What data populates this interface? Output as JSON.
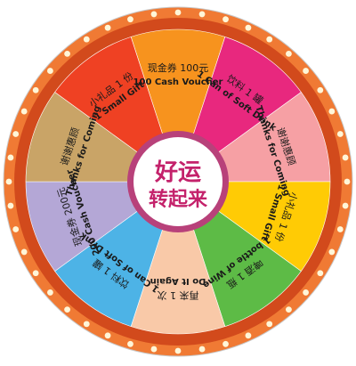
{
  "wheel": {
    "center_line1": "好运",
    "center_line2": "转起来",
    "colors": {
      "rim_outer": "#f07a34",
      "rim_inner": "#d24a1c",
      "dot": "#fff6d8",
      "hub_ring": "#b8417a",
      "hub_fill": "#ffffff",
      "hub_text": "#c4226b"
    },
    "segments": [
      {
        "cn": "现金券 100元",
        "en": "100 Cash Voucher",
        "color": "#f7931e"
      },
      {
        "cn": "饮料 1 罐",
        "en": "1 Can of Soft Drink",
        "color": "#e8287e"
      },
      {
        "cn": "谢谢惠顾",
        "en": "Thanks for Coming",
        "color": "#f6a0a4"
      },
      {
        "cn": "小礼品 1 份",
        "en": "1 Small Gift",
        "color": "#ffcb05"
      },
      {
        "cn": "啤酒 1 瓶",
        "en": "1 bottle of Wine",
        "color": "#5dbb46"
      },
      {
        "cn": "再来 1 次",
        "en": "Do It Again",
        "color": "#f9c9a8"
      },
      {
        "cn": "饮料 1 罐",
        "en": "1 Can of Soft Drink",
        "color": "#4db3e6"
      },
      {
        "cn": "现金券 200元",
        "en": "200 Cash Voucher",
        "color": "#b4a7d6"
      },
      {
        "cn": "谢谢惠顾",
        "en": "Thanks for Coming",
        "color": "#c9a467"
      },
      {
        "cn": "小礼品 1 份",
        "en": "1 Small Gift",
        "color": "#ef4123"
      }
    ]
  }
}
